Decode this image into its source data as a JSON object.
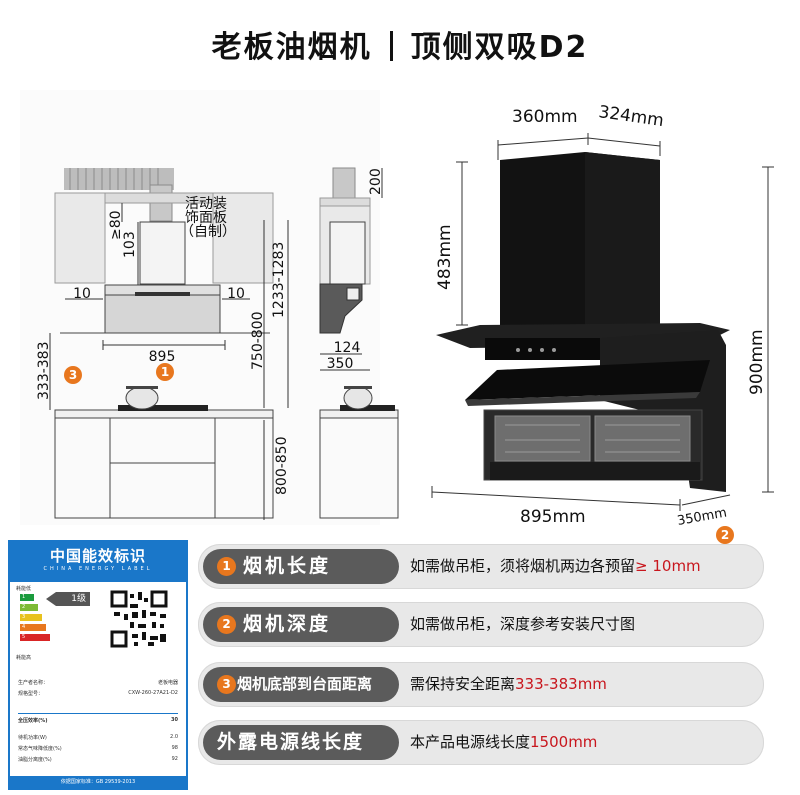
{
  "header": {
    "title_left": "老板油烟机",
    "title_right": "顶侧双吸D2"
  },
  "drawing_left": {
    "front": {
      "tag_lines": [
        "活动装",
        "饰面板",
        "（自制）"
      ],
      "dims": {
        "gt80": "≥80",
        "d103": "103",
        "side10a": "10",
        "side10b": "10",
        "width895": "895",
        "h1233": "1233-1283",
        "h750": "750-800",
        "h800": "800-850",
        "h333": "333-383"
      }
    },
    "side": {
      "dims": {
        "d200": "200",
        "d124": "124",
        "d350": "350"
      }
    },
    "badges": {
      "b1": "1",
      "b3": "3"
    }
  },
  "product": {
    "dims": {
      "w360": "360mm",
      "d324": "324mm",
      "h483": "483mm",
      "h900": "900mm",
      "w895": "895mm",
      "d350": "350mm"
    },
    "badge2": "2",
    "colors": {
      "body": "#0e0e0e",
      "panel": "#1b1b1b",
      "trim": "#2b2b2b"
    }
  },
  "energy_label": {
    "title_cn": "中国能效标识",
    "title_en": "CHINA ENERGY LABEL",
    "low_label": "耗能低",
    "high_label": "耗能高",
    "levels": [
      "1",
      "2",
      "3",
      "4",
      "5"
    ],
    "level_colors": [
      "#1a9b3d",
      "#7dbb35",
      "#e8c21e",
      "#e8771e",
      "#d92525"
    ],
    "grade": "1级",
    "producer_label": "生产者名称：",
    "producer": "老板电器",
    "model_label": "规格型号：",
    "model": "CXW-260-27A21-D2",
    "metrics": [
      {
        "name": "全压效率(%)",
        "value": "30"
      },
      {
        "name": "待机功率(W)",
        "value": "2.0"
      },
      {
        "name": "常态气味降低度(%)",
        "value": "98"
      },
      {
        "name": "油脂分离度(%)",
        "value": "92"
      }
    ],
    "standard": "依据国家标准：GB 29539-2013"
  },
  "features": [
    {
      "badge": "1",
      "label": "烟机长度",
      "text": "如需做吊柜，须将烟机两边各预留",
      "highlight": "≥ 10mm"
    },
    {
      "badge": "2",
      "label": "烟机深度",
      "text": "如需做吊柜，深度参考安装尺寸图",
      "highlight": ""
    },
    {
      "badge": "3",
      "label": "烟机底部到台面距离",
      "text": "需保持安全距离",
      "highlight": "333-383mm"
    },
    {
      "badge": "",
      "label": "外露电源线长度",
      "text": "本产品电源线长度",
      "highlight": "1500mm"
    }
  ]
}
